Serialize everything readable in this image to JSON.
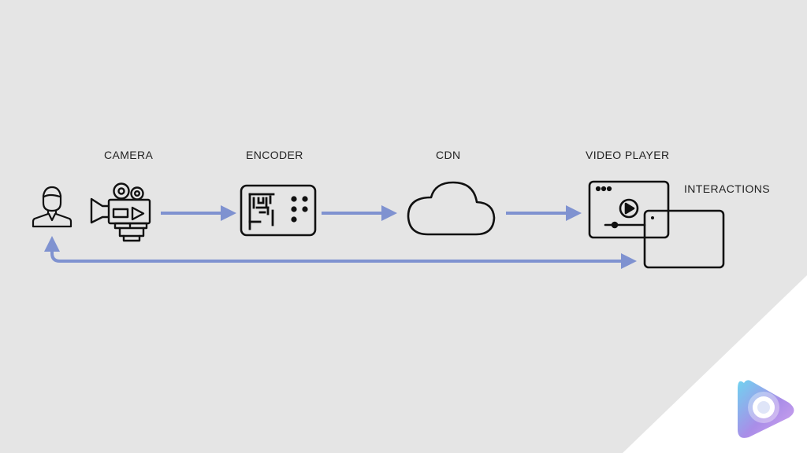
{
  "labels": {
    "camera": "CAMERA",
    "encoder": "ENCODER",
    "cdn": "CDN",
    "video_player": "VIDEO PLAYER",
    "interactions": "INTERACTIONS"
  },
  "colors": {
    "background": "#e5e5e5",
    "corner_panel": "#ffffff",
    "arrow": "#7f92d0",
    "icon_stroke": "#111111",
    "logo_gradient": [
      "#6fd3f0",
      "#a98de8",
      "#d4a5ef"
    ]
  },
  "icons": [
    "user-icon",
    "video-camera-icon",
    "encoder-icon",
    "cloud-icon",
    "video-player-icon",
    "interactions-window-icon",
    "brand-logo-icon"
  ]
}
